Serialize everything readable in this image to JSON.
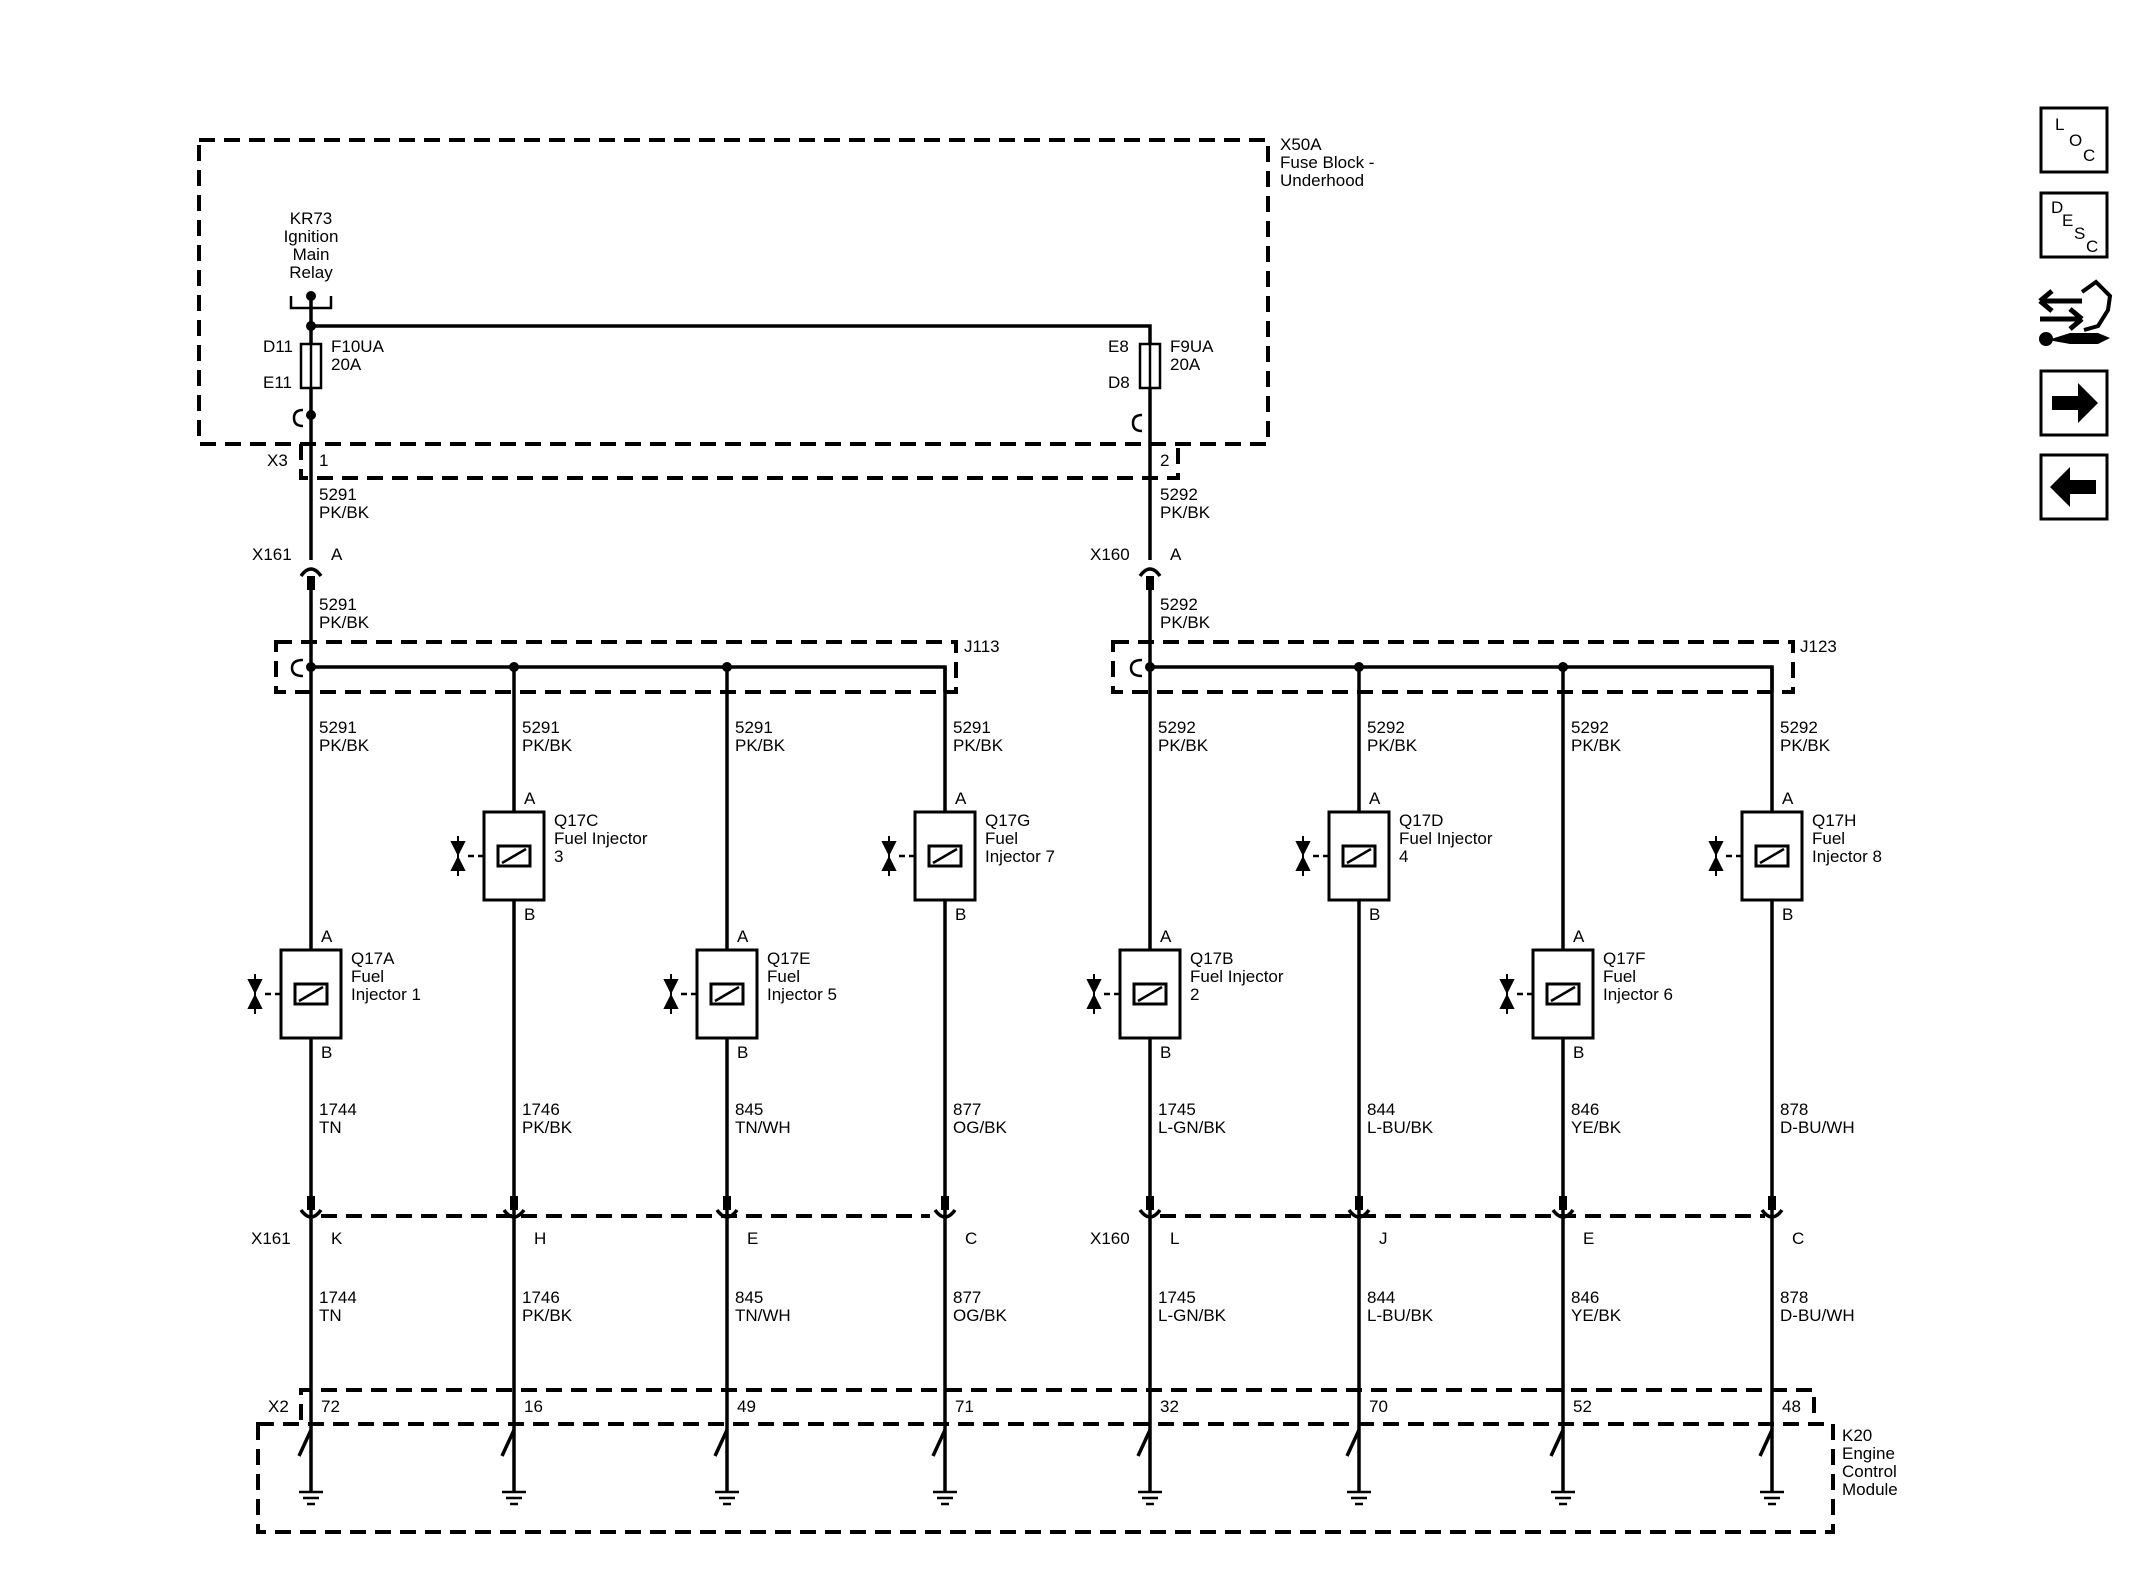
{
  "fuse_block": {
    "id": "X50A",
    "name_line1": "Fuse Block -",
    "name_line2": "Underhood"
  },
  "relay": {
    "id": "KR73",
    "line1": "Ignition",
    "line2": "Main",
    "line3": "Relay"
  },
  "fuses": [
    {
      "name": "F10UA",
      "rating": "20A",
      "pin_in": "D11",
      "pin_out": "E11"
    },
    {
      "name": "F9UA",
      "rating": "20A",
      "pin_in": "E8",
      "pin_out": "D8"
    }
  ],
  "connector_x3": {
    "id": "X3",
    "pins": [
      "1",
      "2"
    ]
  },
  "feeds": [
    {
      "circuit": "5291",
      "color": "PK/BK",
      "connector": "X161",
      "pin": "A",
      "splice": "J113"
    },
    {
      "circuit": "5292",
      "color": "PK/BK",
      "connector": "X160",
      "pin": "A",
      "splice": "J123"
    }
  ],
  "injectors": [
    {
      "id": "Q17A",
      "l1": "Fuel",
      "l2": "Injector 1",
      "l3": "",
      "pin_a": "A",
      "pin_b": "B",
      "feed_circuit": "5291",
      "feed_color": "PK/BK",
      "out_circuit": "1744",
      "out_color": "TN",
      "conn": "X161",
      "conn_pin": "K",
      "ecm_pin": "72"
    },
    {
      "id": "Q17C",
      "l1": "Fuel Injector",
      "l2": "3",
      "l3": "",
      "pin_a": "A",
      "pin_b": "B",
      "feed_circuit": "5291",
      "feed_color": "PK/BK",
      "out_circuit": "1746",
      "out_color": "PK/BK",
      "conn": "",
      "conn_pin": "H",
      "ecm_pin": "16"
    },
    {
      "id": "Q17E",
      "l1": "Fuel",
      "l2": "Injector 5",
      "l3": "",
      "pin_a": "A",
      "pin_b": "B",
      "feed_circuit": "5291",
      "feed_color": "PK/BK",
      "out_circuit": "845",
      "out_color": "TN/WH",
      "conn": "",
      "conn_pin": "E",
      "ecm_pin": "49"
    },
    {
      "id": "Q17G",
      "l1": "Fuel",
      "l2": "Injector 7",
      "l3": "",
      "pin_a": "A",
      "pin_b": "B",
      "feed_circuit": "5291",
      "feed_color": "PK/BK",
      "out_circuit": "877",
      "out_color": "OG/BK",
      "conn": "",
      "conn_pin": "C",
      "ecm_pin": "71"
    },
    {
      "id": "Q17B",
      "l1": "Fuel Injector",
      "l2": "2",
      "l3": "",
      "pin_a": "A",
      "pin_b": "B",
      "feed_circuit": "5292",
      "feed_color": "PK/BK",
      "out_circuit": "1745",
      "out_color": "L-GN/BK",
      "conn": "X160",
      "conn_pin": "L",
      "ecm_pin": "32"
    },
    {
      "id": "Q17D",
      "l1": "Fuel Injector",
      "l2": "4",
      "l3": "",
      "pin_a": "A",
      "pin_b": "B",
      "feed_circuit": "5292",
      "feed_color": "PK/BK",
      "out_circuit": "844",
      "out_color": "L-BU/BK",
      "conn": "",
      "conn_pin": "J",
      "ecm_pin": "70"
    },
    {
      "id": "Q17F",
      "l1": "Fuel",
      "l2": "Injector 6",
      "l3": "",
      "pin_a": "A",
      "pin_b": "B",
      "feed_circuit": "5292",
      "feed_color": "PK/BK",
      "out_circuit": "846",
      "out_color": "YE/BK",
      "conn": "",
      "conn_pin": "E",
      "ecm_pin": "52"
    },
    {
      "id": "Q17H",
      "l1": "Fuel",
      "l2": "Injector 8",
      "l3": "",
      "pin_a": "A",
      "pin_b": "B",
      "feed_circuit": "5292",
      "feed_color": "PK/BK",
      "out_circuit": "878",
      "out_color": "D-BU/WH",
      "conn": "",
      "conn_pin": "C",
      "ecm_pin": "48"
    }
  ],
  "connector_x2": {
    "id": "X2"
  },
  "ecm": {
    "id": "K20",
    "l1": "Engine",
    "l2": "Control",
    "l3": "Module"
  },
  "sidebar": {
    "loc": {
      "l1": "L",
      "l2": "O",
      "l3": "C"
    },
    "desc": {
      "l1": "D",
      "l2": "E",
      "l3": "S",
      "l4": "C"
    },
    "icons": [
      "loc-icon",
      "desc-icon",
      "connector-tool-icon",
      "next-arrow-icon",
      "previous-arrow-icon"
    ]
  }
}
